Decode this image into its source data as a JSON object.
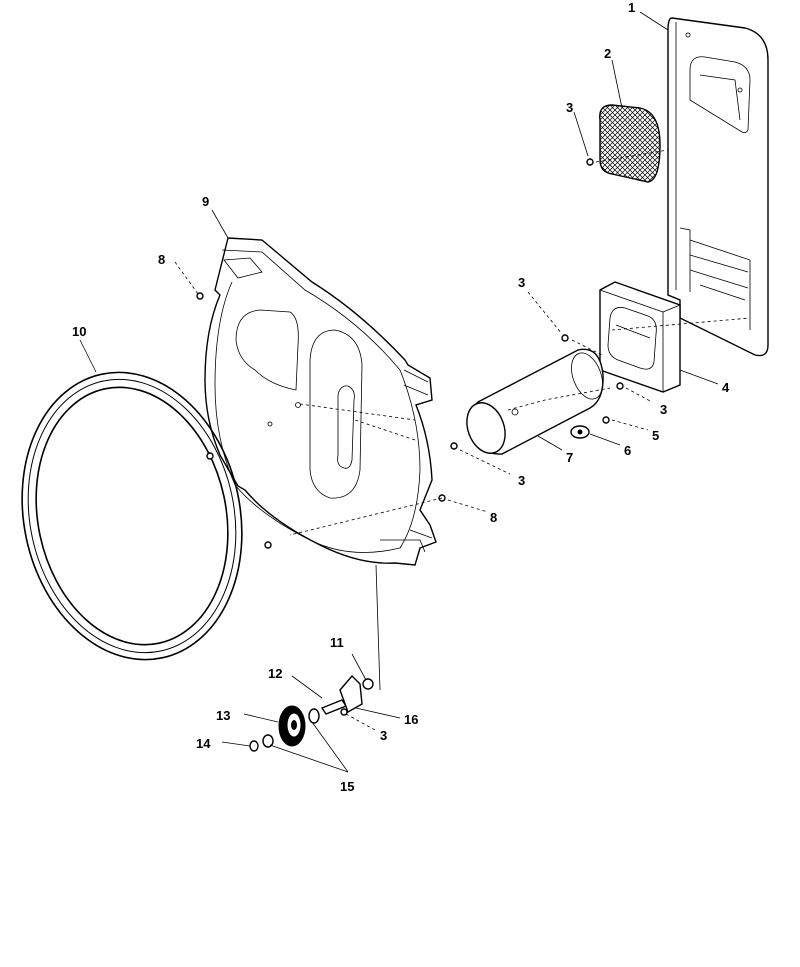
{
  "diagram": {
    "callouts": {
      "c1": "1",
      "c2": "2",
      "c3a": "3",
      "c3b": "3",
      "c3c": "3",
      "c3d": "3",
      "c3e": "3",
      "c4": "4",
      "c5": "5",
      "c6": "6",
      "c7": "7",
      "c8a": "8",
      "c8b": "8",
      "c9": "9",
      "c10": "10",
      "c11": "11",
      "c12": "12",
      "c13": "13",
      "c14": "14",
      "c15": "15",
      "c16": "16"
    }
  }
}
